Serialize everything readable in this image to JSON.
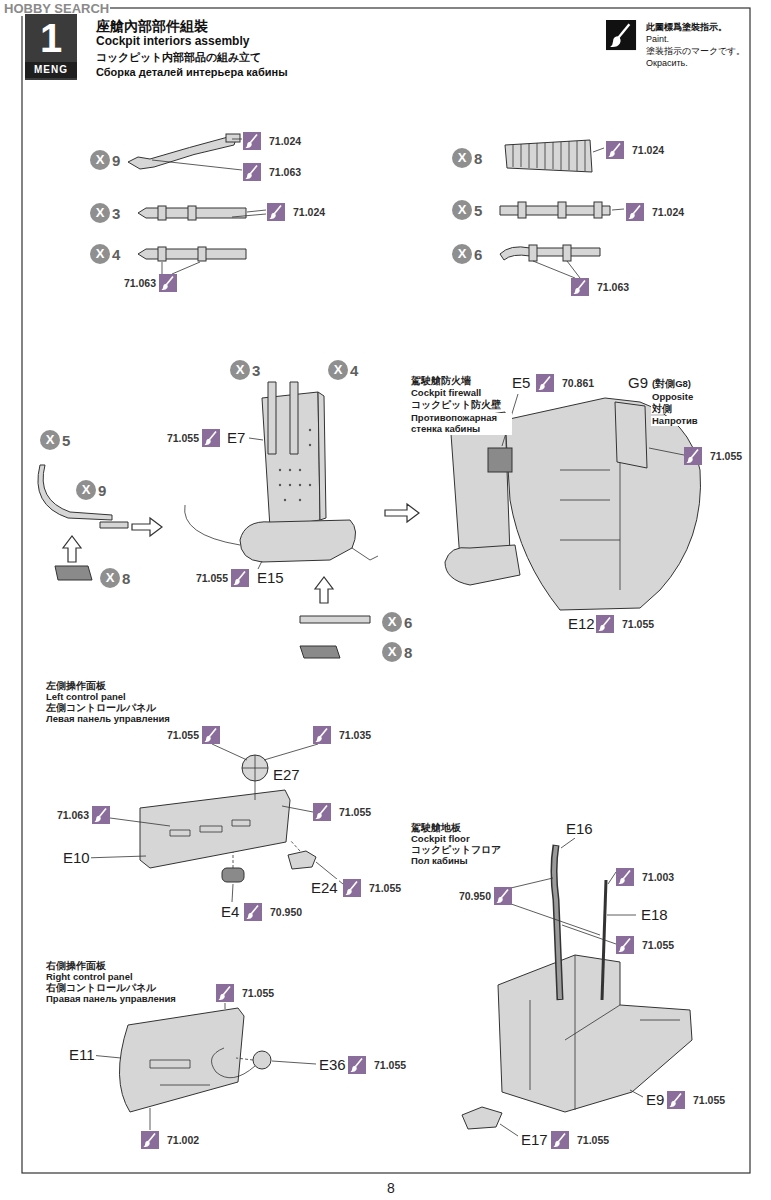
{
  "diagram": {
    "title": "座艙內部部件組裝",
    "nodes": [
      {
        "text": [
          "1",
          "MENG"
        ]
      },
      {
        "text": [
          "X",
          "9"
        ]
      },
      {
        "text": [
          "X",
          "3"
        ]
      },
      {
        "text": [
          "X",
          "4"
        ]
      },
      {
        "text": [
          "X",
          "8"
        ]
      },
      {
        "text": [
          "X",
          "5"
        ]
      },
      {
        "text": [
          "X",
          "6"
        ]
      },
      {
        "text": [
          "X",
          "3"
        ]
      },
      {
        "text": [
          "X",
          "4"
        ]
      },
      {
        "text": [
          "X",
          "5"
        ]
      },
      {
        "text": [
          "X",
          "9"
        ]
      },
      {
        "text": [
          "X",
          "8"
        ]
      },
      {
        "text": [
          "X",
          "6"
        ]
      },
      {
        "text": [
          "X",
          "8"
        ]
      }
    ],
    "labels": [
      "HOBBY SEARCH",
      "Cockpit interiors assembly",
      "コックピット内部部品の組み立て",
      "Сборка деталей интерьера кабины",
      "71.024",
      "71.063",
      "71.024",
      "71.063",
      "71.024",
      "71.024",
      "71.063",
      "71.055",
      "E7",
      "71.055",
      "E15",
      "駕駛艙防火墻",
      "Cockpit firewall",
      "コックピット防火壁",
      "Противопожарная стенка кабины",
      "E5",
      "70.861",
      "G9",
      "(對側G8)",
      "Opposite",
      "対側",
      "Напротив",
      "71.055",
      "E12",
      "71.055",
      "左側操作面板",
      "Left control panel",
      "左側コントロールパネル",
      "Левая панель управления",
      "71.055",
      "71.035",
      "E27",
      "71.063",
      "71.055",
      "E10",
      "E24",
      "71.055",
      "E4",
      "70.950",
      "右側操作面板",
      "Right control panel",
      "右側コントロールパネル",
      "Правая панель управления",
      "71.055",
      "E11",
      "E36",
      "71.055",
      "71.002",
      "駕駛艙地板",
      "Cockpit floor",
      "コックピットフロア",
      "Пол кабины",
      "E16",
      "70.950",
      "71.003",
      "E18",
      "71.055",
      "E9",
      "71.055",
      "E17",
      "71.055",
      "8"
    ],
    "legend": [
      {
        "text": "此圖標爲塗裝指示。"
      },
      {
        "text": "Paint."
      },
      {
        "text": "塗装指示のマークです。"
      },
      {
        "text": "Окрасить."
      }
    ]
  }
}
